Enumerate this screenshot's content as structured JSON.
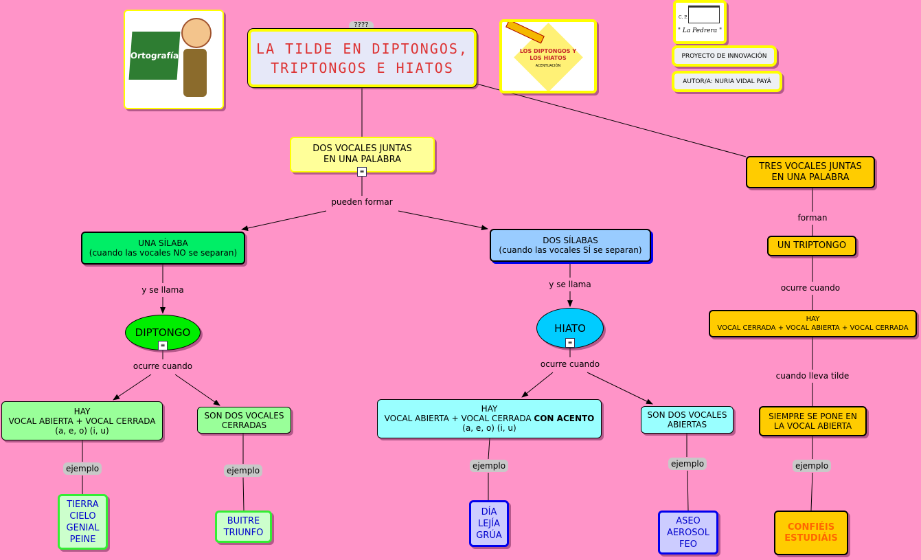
{
  "title": {
    "tag": "????",
    "text": "LA TILDE EN DIPTONGOS,\nTRIPTONGOS E HIATOS"
  },
  "images": {
    "ortografia": "Ortografía",
    "pencil_title": "LOS DIPTONGOS Y\nLOS HIATOS",
    "pencil_sub": "ACENTUACIÓN",
    "logo": "\" La Pedrera \"",
    "logo_cp": "C. P."
  },
  "info": {
    "project": "PROYECTO DE INNOVACIÓN",
    "author": "AUTOR/A: NURIA VIDAL PAYÁ"
  },
  "nodes": {
    "dos_vocales": "DOS VOCALES JUNTAS\nEN UNA PALABRA",
    "tres_vocales": "TRES VOCALES JUNTAS\nEN UNA PALABRA",
    "triptongo": "UN TRIPTONGO",
    "hay_triptongo": "HAY\nVOCAL CERRADA + VOCAL ABIERTA + VOCAL CERRADA",
    "siempre": "SIEMPRE SE PONE EN\nLA VOCAL ABIERTA",
    "ej_triptongo": "CONFIÉIS\nESTUDIÁIS",
    "una_silaba": "UNA SÍLABA\n(cuando las vocales NO se separan)",
    "diptongo": "DIPTONGO",
    "hay_diptongo": "HAY\nVOCAL ABIERTA + VOCAL CERRADA\n(a, e, o)                    (i, u)",
    "cerradas": "SON DOS VOCALES\nCERRADAS",
    "ej_diptongo": "TIERRA\nCIELO\nGENIAL\nPEINE",
    "ej_cerradas": "BUITRE\nTRIUNFO",
    "dos_silabas": "DOS SÍLABAS\n(cuando las vocales SÍ se separan)",
    "hiato": "HIATO",
    "hay_hiato_a": "HAY\nVOCAL ABIERTA + VOCAL CERRADA ",
    "hay_hiato_b": "CON ACENTO",
    "hay_hiato_c": "\n(a, e, o)                               (i, u)",
    "abiertas": "SON DOS VOCALES\nABIERTAS",
    "ej_hiato": "DÍA\nLEJÍA\nGRÚA",
    "ej_abiertas": "ASEO\nAEROSOL\nFEO"
  },
  "links": {
    "pueden_formar": "pueden formar",
    "forman": "forman",
    "ocurre_cuando": "ocurre cuando",
    "cuando_lleva_tilde": "cuando lleva tilde",
    "y_se_llama": "y se llama",
    "ejemplo": "ejemplo"
  },
  "colors": {
    "background": "#ff94c8",
    "title_text": "#dd3333"
  }
}
